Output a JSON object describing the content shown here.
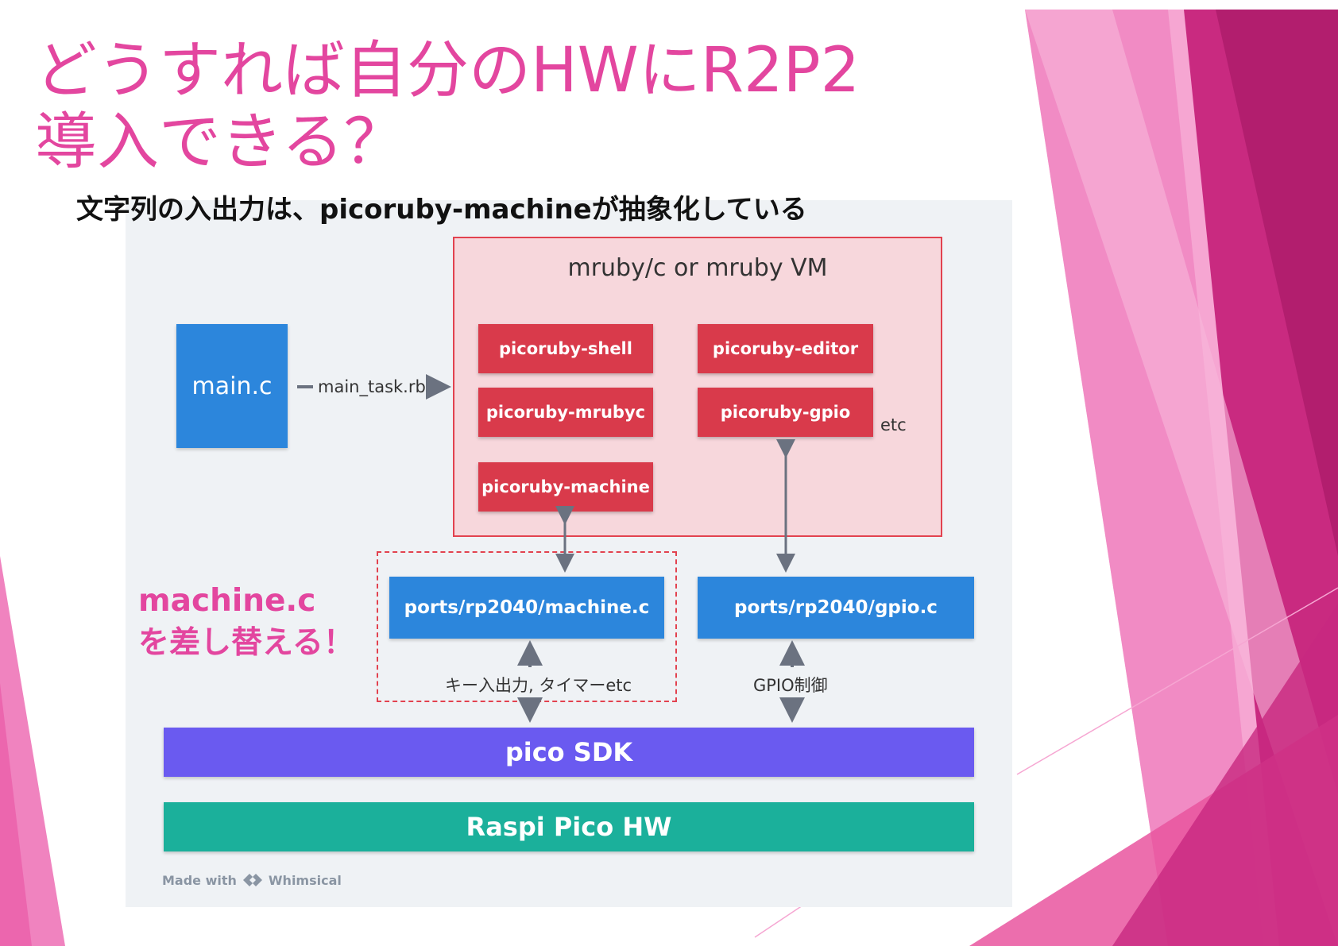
{
  "slide": {
    "title_line1": "どうすれば自分のHWにR2P2",
    "title_line2": "導入できる？",
    "subtitle": "文字列の入出力は、picoruby-machineが抽象化している",
    "callout_line1": "machine.c",
    "callout_line2": "を差し替える！",
    "accent_color": "#e3469f"
  },
  "diagram": {
    "main_box": "main.c",
    "main_arrow_label": "main_task.rb",
    "vm_title": "mruby/c or mruby VM",
    "modules": [
      "picoruby-shell",
      "picoruby-editor",
      "picoruby-mrubyc",
      "picoruby-gpio",
      "picoruby-machine"
    ],
    "etc_label": "etc",
    "port_machine": "ports/rp2040/machine.c",
    "port_gpio": "ports/rp2040/gpio.c",
    "machine_io_label": "キー入出力, タイマーetc",
    "gpio_label": "GPIO制御",
    "sdk_bar": "pico SDK",
    "hw_bar": "Raspi Pico HW",
    "made_with_prefix": "Made with",
    "made_with_brand": "Whimsical",
    "colors": {
      "module_red": "#d93a4b",
      "vm_fill": "#f7d7dc",
      "blue": "#2c86dc",
      "sdk_purple": "#6a5af0",
      "hw_teal": "#1bb09b"
    }
  }
}
